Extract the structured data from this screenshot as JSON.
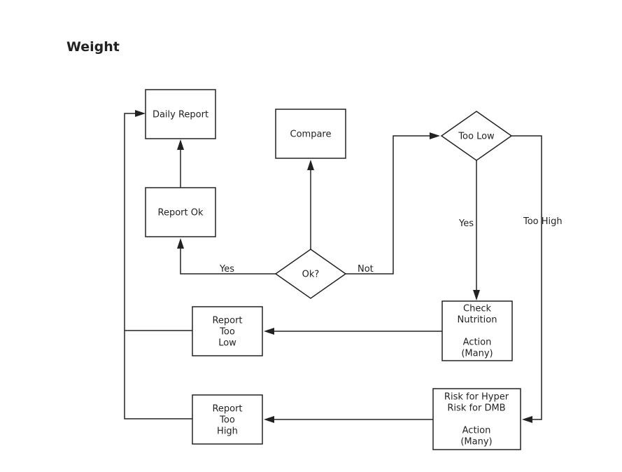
{
  "title": "Weight",
  "nodes": {
    "daily_report": [
      "Daily Report"
    ],
    "compare": [
      "Compare"
    ],
    "too_low": [
      "Too Low"
    ],
    "report_ok": [
      "Report Ok"
    ],
    "ok": [
      "Ok?"
    ],
    "report_too_low": [
      "Report",
      "Too",
      "Low"
    ],
    "check_nutrition": [
      "Check",
      "Nutrition",
      "",
      "Action",
      "(Many)"
    ],
    "report_too_high": [
      "Report",
      "Too",
      "High"
    ],
    "risk": [
      "Risk for Hyper",
      "Risk for DMB",
      "",
      "Action",
      "(Many)"
    ]
  },
  "edge_labels": {
    "yes_ok": "Yes",
    "not_ok": "Not",
    "yes_low": "Yes",
    "too_high": "Too High"
  }
}
